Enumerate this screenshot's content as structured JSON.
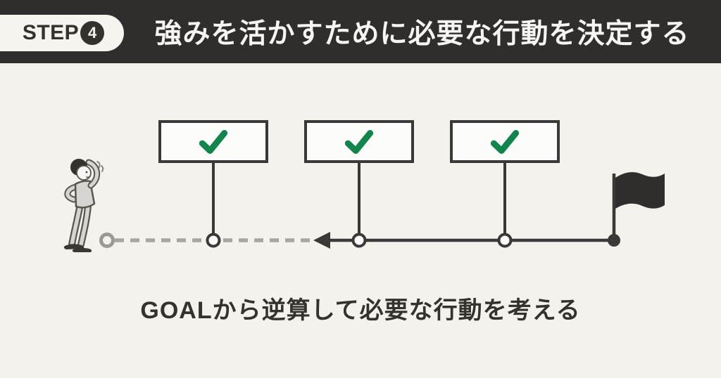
{
  "header": {
    "badge_label": "STEP",
    "badge_number": "4",
    "title": "強みを活かすために必要な行動を決定する"
  },
  "diagram": {
    "caption": "GOALから逆算して必要な行動を考える",
    "milestones": [
      {
        "icon": "check"
      },
      {
        "icon": "check"
      },
      {
        "icon": "check"
      }
    ],
    "start_marker": "thinking-person",
    "end_marker": "goal-flag",
    "flow_direction": "right-to-left"
  },
  "colors": {
    "header_bg": "#2f2e2c",
    "badge_bg": "#f5f4ef",
    "page_bg": "#f3f2ed",
    "box_bg": "#fcfcfa",
    "check_green": "#12854d",
    "line_dark": "#3a3937",
    "dash_gray": "#a8a6a1"
  }
}
